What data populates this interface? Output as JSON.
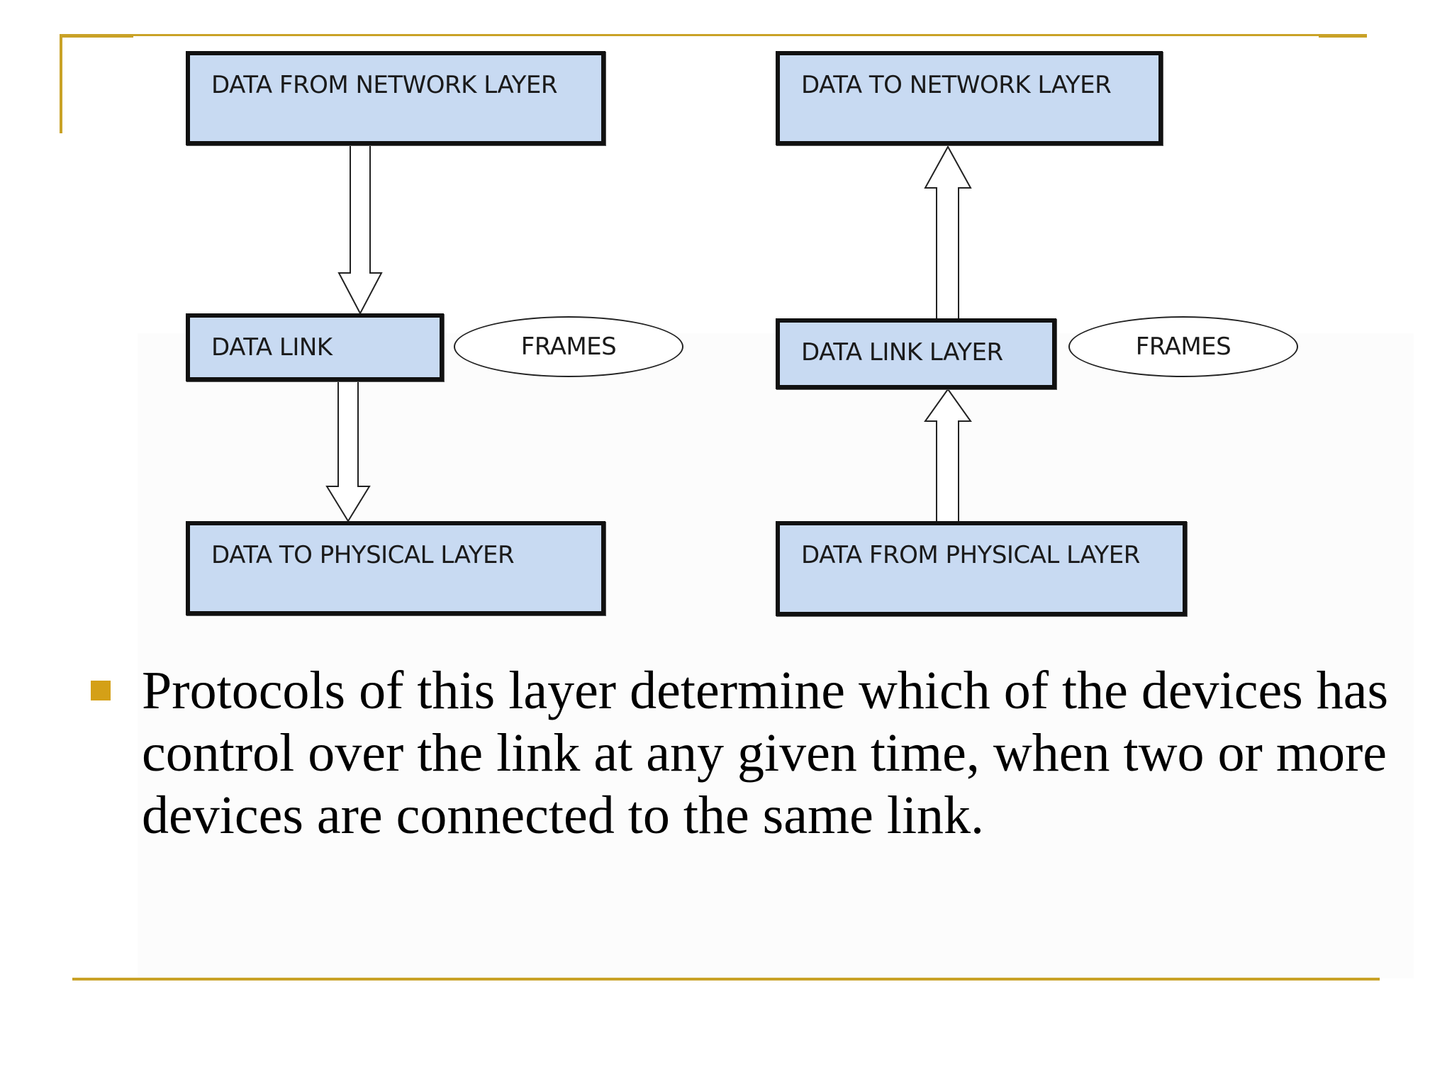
{
  "slide": {
    "accent_color": "#c9a227",
    "bullet_color": "#d4a017"
  },
  "diagram": {
    "left": {
      "top_box": "DATA FROM NETWORK LAYER",
      "middle_box": "DATA LINK",
      "bottom_box": "DATA TO PHYSICAL LAYER",
      "ellipse": "FRAMES",
      "arrow_direction": "down"
    },
    "right": {
      "top_box": "DATA TO NETWORK LAYER",
      "middle_box": "DATA LINK LAYER",
      "bottom_box": "DATA FROM PHYSICAL LAYER",
      "ellipse": "FRAMES",
      "arrow_direction": "up"
    },
    "box_fill": "#c8daf2",
    "box_border": "#111111"
  },
  "bullet": {
    "text": "Protocols of this layer determine which of the devices has control over the link at any given time, when two or more devices are connected to the same link."
  }
}
